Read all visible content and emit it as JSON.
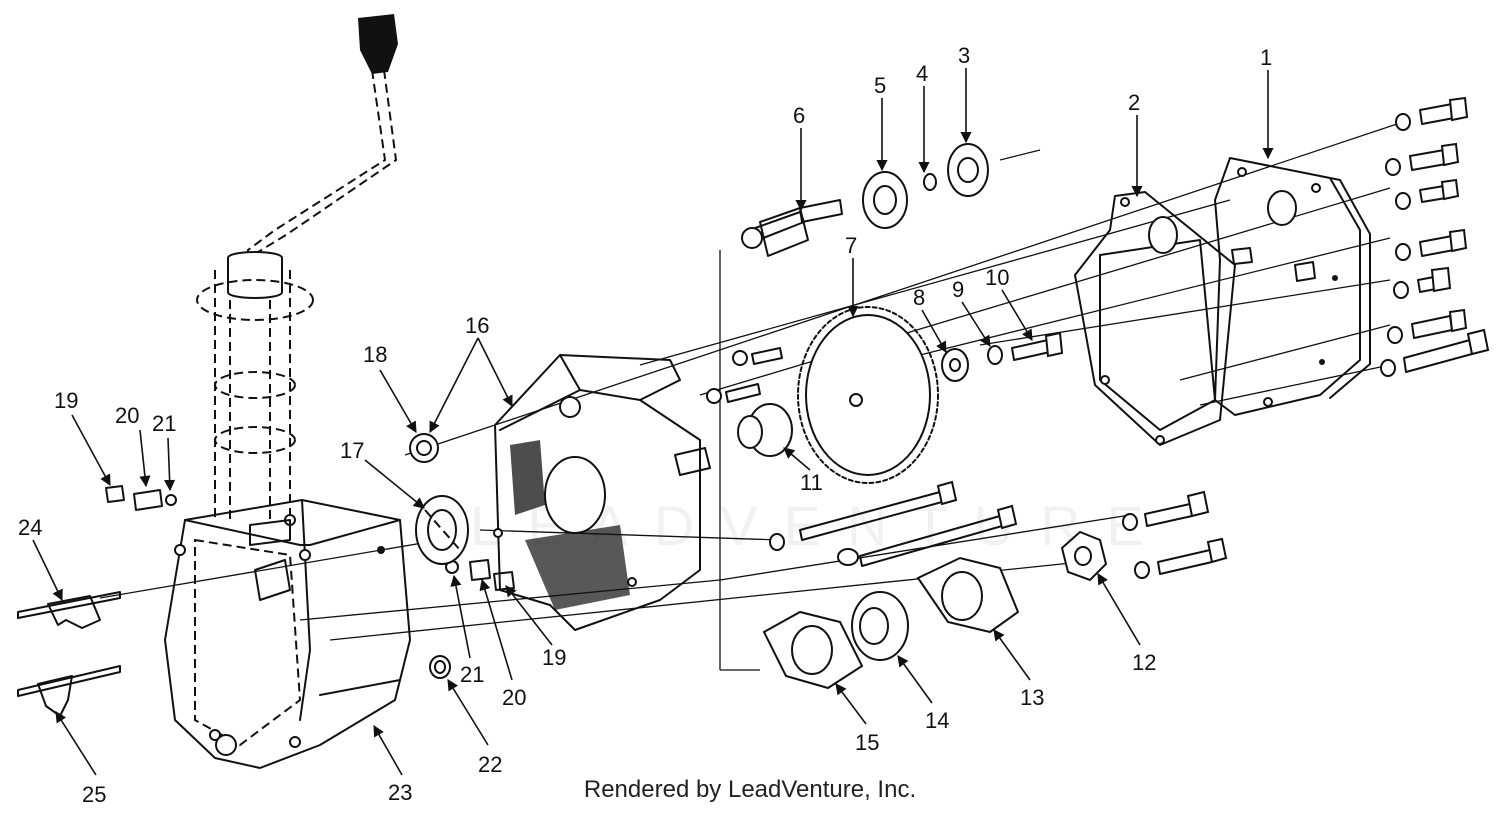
{
  "credit": "Rendered by LeadVenture, Inc.",
  "watermark": "LEADVENTURE",
  "callouts": {
    "c1": "1",
    "c2": "2",
    "c3": "3",
    "c4": "4",
    "c5": "5",
    "c6": "6",
    "c7": "7",
    "c8": "8",
    "c9": "9",
    "c10": "10",
    "c11": "11",
    "c12": "12",
    "c13": "13",
    "c14": "14",
    "c15": "15",
    "c16": "16",
    "c17": "17",
    "c18": "18",
    "c19a": "19",
    "c19b": "19",
    "c20a": "20",
    "c20b": "20",
    "c21a": "21",
    "c21b": "21",
    "c22": "22",
    "c23": "23",
    "c24": "24",
    "c25": "25"
  }
}
